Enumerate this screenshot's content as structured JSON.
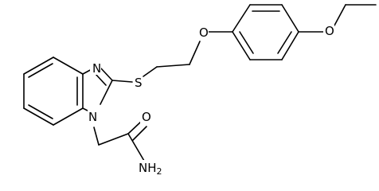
{
  "structure": {
    "atom_labels": {
      "imine_n": "N",
      "ring_n": "N",
      "sulfur": "S",
      "ether_o_left": "O",
      "ether_o_right": "O",
      "carbonyl_o": "O",
      "amide_n": "NH",
      "amide_h_count": "2"
    },
    "colors": {
      "ink": "#000000",
      "background": "#ffffff"
    }
  }
}
